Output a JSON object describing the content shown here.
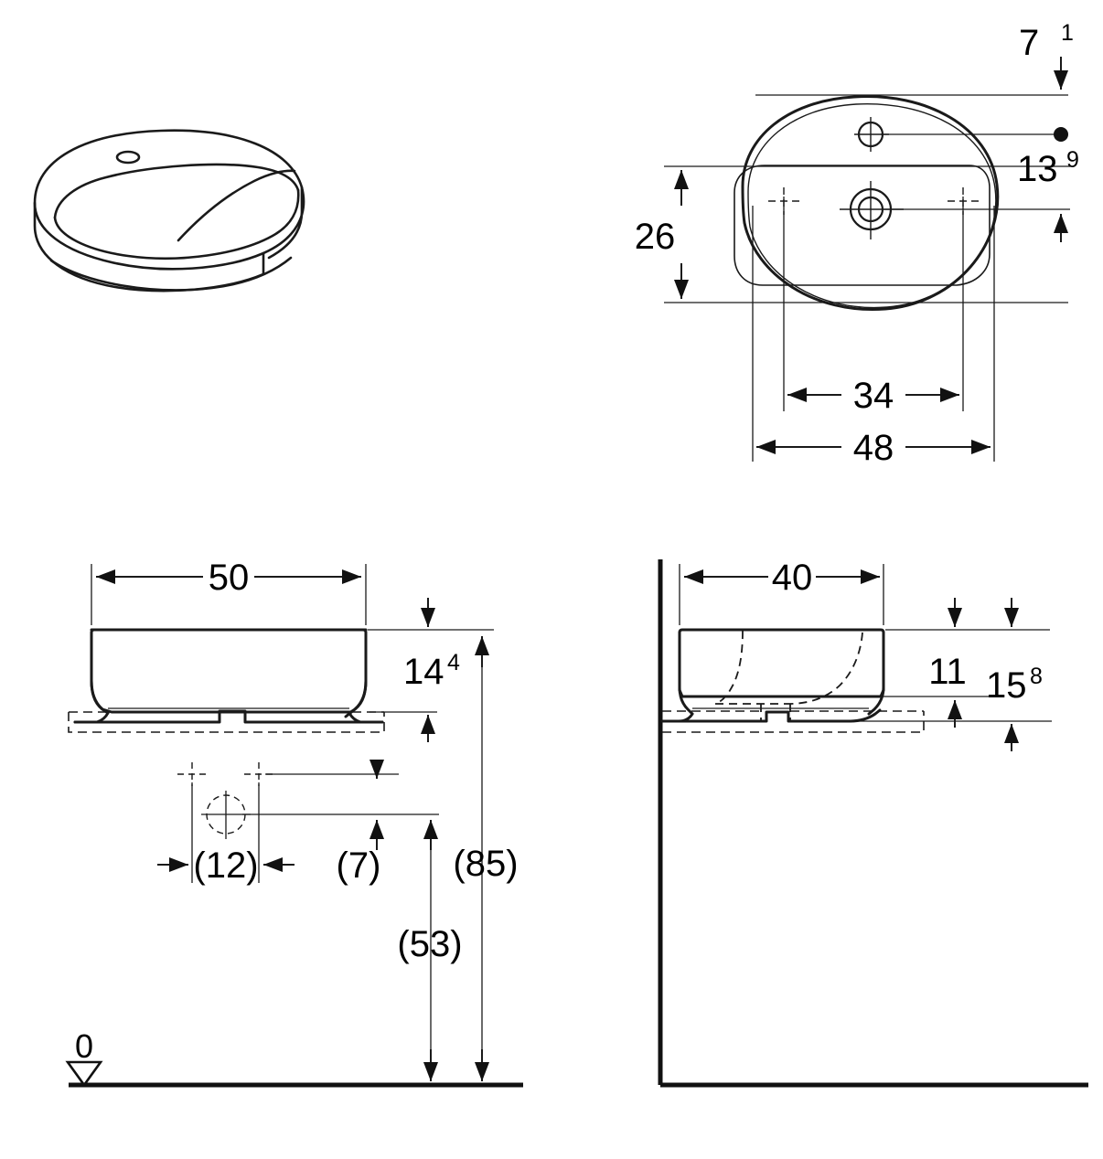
{
  "drawing": {
    "title": "Washbasin technical dimension drawing",
    "units": "cm",
    "line_color": "#1a1a1a",
    "background_color": "#ffffff",
    "views": [
      {
        "name": "isometric-view",
        "label": ""
      },
      {
        "name": "plan-view",
        "label": ""
      },
      {
        "name": "front-elevation-view",
        "label": ""
      },
      {
        "name": "side-elevation-view",
        "label": ""
      }
    ]
  },
  "plan_view": {
    "dimensions": {
      "rear_edge_to_tap_hole": "7",
      "rear_edge_to_tap_hole_sup": "1",
      "tap_hole_to_drain": "13",
      "tap_hole_to_drain_sup": "9",
      "depth_26": "26",
      "fixing_centres_34": "34",
      "overall_depth_48": "48"
    }
  },
  "front_view": {
    "dimensions": {
      "width_50": "50",
      "height_14": "14",
      "height_14_sup": "4",
      "fixing_spacing_12": "(12)",
      "drain_drop_7": "(7)",
      "rim_height_85": "(85)",
      "drain_height_53": "(53)"
    }
  },
  "side_view": {
    "dimensions": {
      "depth_40": "40",
      "basin_height_11": "11",
      "total_height_15": "15",
      "total_height_15_sup": "8"
    }
  },
  "floor_reference": {
    "label": "0",
    "symbol": "floor-level-triangle"
  }
}
